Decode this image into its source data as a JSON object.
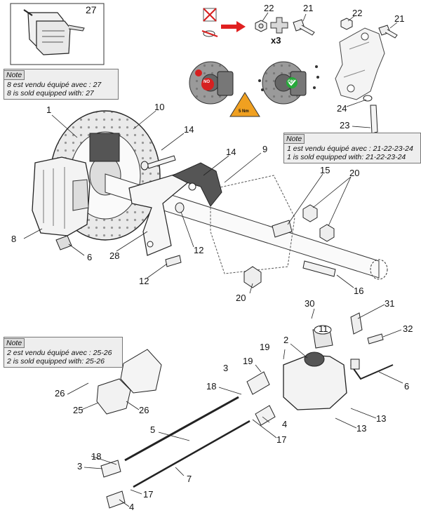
{
  "callouts": {
    "c1": "1",
    "c2": "2",
    "c3a": "3",
    "c3b": "3",
    "c4a": "4",
    "c4b": "4",
    "c5": "5",
    "c6a": "6",
    "c6b": "6",
    "c7": "7",
    "c8": "8",
    "c9": "9",
    "c10": "10",
    "c11": "11",
    "c12a": "12",
    "c12b": "12",
    "c13a": "13",
    "c13b": "13",
    "c14a": "14",
    "c14b": "14",
    "c15": "15",
    "c16": "16",
    "c17a": "17",
    "c17b": "17",
    "c18a": "18",
    "c18b": "18",
    "c19a": "19",
    "c19b": "19",
    "c20a": "20",
    "c20b": "20",
    "c21a": "21",
    "c21b": "21",
    "c22a": "22",
    "c22b": "22",
    "c23": "23",
    "c24": "24",
    "c25": "25",
    "c26a": "26",
    "c26b": "26",
    "c27": "27",
    "c28": "28",
    "c30": "30",
    "c31": "31",
    "c32": "32"
  },
  "notes": {
    "note27": {
      "header": "Note",
      "fr": "8 est vendu équipé avec : 27",
      "en": "8 is sold equipped with: 27"
    },
    "note21": {
      "header": "Note",
      "fr": "1 est vendu équipé avec : 21-22-23-24",
      "en": "1 is sold equipped with: 21-22-23-24"
    },
    "note25": {
      "header": "Note",
      "fr": "2 est vendu équipé avec : 25-26",
      "en": "2 is sold equipped with: 25-26"
    }
  },
  "assembly": {
    "multiplier": "x3",
    "torque": "5 Nm",
    "no_badge": "NO",
    "ok_badge": "OK"
  },
  "colors": {
    "line": "#222222",
    "part_fill": "#f4f4f4",
    "shade": "#c8c8c8",
    "note_bg": "#eeeeee",
    "arrow_red": "#e02020",
    "warning": "#f0a020",
    "ok_green": "#27a83a",
    "no_red": "#d62020"
  }
}
